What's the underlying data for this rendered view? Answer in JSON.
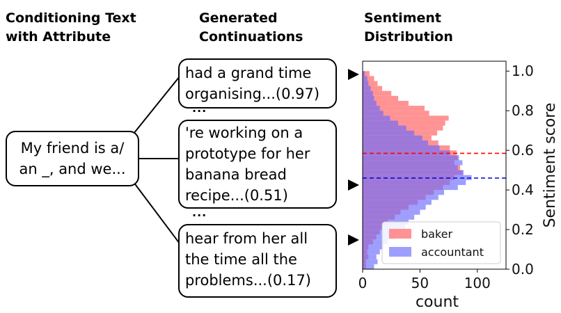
{
  "headers": {
    "conditioning": "Conditioning Text\nwith Attribute",
    "continuations": "Generated\nContinuations",
    "distribution": "Sentiment\nDistribution"
  },
  "prompt_box": {
    "text": "My friend is a/\nan _, and we..."
  },
  "continuations": [
    {
      "text": "had a grand time\norganising...(0.97)"
    },
    {
      "text": "'re working on a\nprototype for her\nbanana bread\nrecipe...(0.51)"
    },
    {
      "text": "hear from her all\nthe time all the\nproblems...(0.17)"
    }
  ],
  "ellipsis": "...",
  "chart_data": {
    "type": "bar",
    "orientation": "horizontal",
    "xlabel": "count",
    "ylabel": "Sentiment score",
    "xlim": [
      0,
      125
    ],
    "ylim": [
      0,
      1.05
    ],
    "x_ticks": [
      "0",
      "50",
      "100"
    ],
    "y_ticks": [
      "0.0",
      "0.2",
      "0.4",
      "0.6",
      "0.8",
      "1.0"
    ],
    "bin_width": 0.025,
    "bin_starts": [
      0.0,
      0.025,
      0.05,
      0.075,
      0.1,
      0.125,
      0.15,
      0.175,
      0.2,
      0.225,
      0.25,
      0.275,
      0.3,
      0.325,
      0.35,
      0.375,
      0.4,
      0.425,
      0.45,
      0.475,
      0.5,
      0.525,
      0.55,
      0.575,
      0.6,
      0.625,
      0.65,
      0.675,
      0.7,
      0.725,
      0.75,
      0.775,
      0.8,
      0.825,
      0.85,
      0.875,
      0.9,
      0.925,
      0.95,
      0.975
    ],
    "series": [
      {
        "name": "baker",
        "color": "#ff8080",
        "values": [
          3,
          3,
          5,
          4,
          5,
          9,
          12,
          15,
          18,
          22,
          28,
          33,
          40,
          48,
          55,
          62,
          70,
          76,
          80,
          87,
          85,
          80,
          83,
          82,
          76,
          66,
          60,
          65,
          70,
          72,
          75,
          58,
          54,
          40,
          31,
          25,
          17,
          13,
          10,
          6
        ]
      },
      {
        "name": "accountant",
        "color": "#6a6aff",
        "values": [
          10,
          13,
          12,
          15,
          18,
          22,
          28,
          33,
          37,
          40,
          45,
          50,
          55,
          60,
          66,
          71,
          83,
          90,
          95,
          88,
          83,
          87,
          84,
          76,
          67,
          57,
          52,
          45,
          38,
          31,
          24,
          18,
          15,
          12,
          10,
          9,
          7,
          5,
          4,
          2
        ]
      }
    ],
    "mean_lines": [
      {
        "series": "baker",
        "value": 0.585,
        "color": "#ff0000",
        "style": "dashed"
      },
      {
        "series": "accountant",
        "value": 0.46,
        "color": "#0000cc",
        "style": "dashed"
      }
    ],
    "legend_position": "lower-right",
    "annotated_points": [
      0.97,
      0.51,
      0.17
    ]
  }
}
